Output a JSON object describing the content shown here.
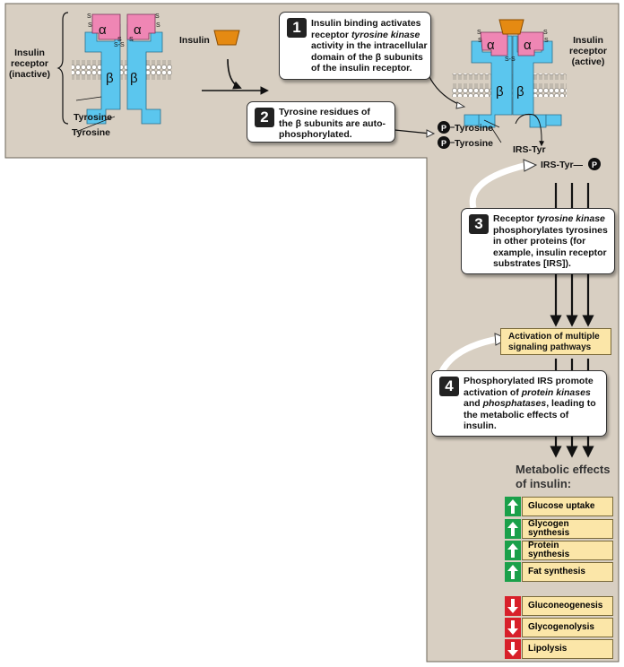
{
  "labels": {
    "receptor_inactive": "Insulin receptor (inactive)",
    "receptor_inactive_l1": "Insulin",
    "receptor_inactive_l2": "receptor",
    "receptor_inactive_l3": "(inactive)",
    "receptor_active_l1": "Insulin",
    "receptor_active_l2": "receptor",
    "receptor_active_l3": "(active)",
    "insulin": "Insulin",
    "tyrosine": "Tyrosine",
    "alpha": "α",
    "beta": "β",
    "s": "S",
    "ss": "S-S",
    "p": "P",
    "irs_tyr": "IRS-Tyr",
    "irs_tyr_p": "IRS-Tyr—"
  },
  "steps": [
    {
      "num": "1",
      "lines": [
        "Insulin binding activates",
        "receptor <i>tyrosine kinase</i>",
        "activity in the intracellular",
        "domain of the β subunits",
        "of the insulin receptor."
      ]
    },
    {
      "num": "2",
      "lines": [
        "Tyrosine residues of",
        "the β subunits are auto-",
        "phosphorylated."
      ]
    },
    {
      "num": "3",
      "lines": [
        "Receptor <i>tyrosine kinase</i>",
        "phosphorylates tyrosines",
        "in other proteins (for",
        "example, insulin receptor",
        "substrates [IRS])."
      ]
    },
    {
      "num": "4",
      "lines": [
        "Phosphorylated IRS promote",
        "activation of <i>protein kinases</i>",
        "and <i>phosphatases</i>, leading to",
        "the metabolic effects of",
        "insulin."
      ]
    }
  ],
  "activation_box": [
    "Activation of multiple",
    "signaling pathways"
  ],
  "metabolic_header": [
    "Metabolic effects",
    "of insulin:"
  ],
  "effects_up": [
    "Glucose uptake",
    "Glycogen synthesis",
    "Protein synthesis",
    "Fat synthesis"
  ],
  "effects_up_lines": [
    [
      "Glucose uptake"
    ],
    [
      "Glycogen",
      "synthesis"
    ],
    [
      "Protein",
      "synthesis"
    ],
    [
      "Fat synthesis"
    ]
  ],
  "effects_down": [
    "Gluconeogenesis",
    "Glycogenolysis",
    "Lipolysis"
  ],
  "colors": {
    "panel": "#d8cfc2",
    "beta_subunit": "#5bc6ee",
    "alpha_subunit": "#ef86b4",
    "insulin": "#e58a12",
    "membrane": "#c9c5bd",
    "yellow_box": "#fbe6a8",
    "up_green": "#1aa04a",
    "down_red": "#d8202a"
  }
}
